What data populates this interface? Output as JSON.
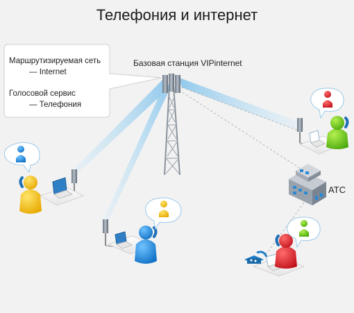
{
  "title": "Телефония и интернет",
  "station_label": "Базовая станция VIPinternet",
  "callout": {
    "line1": "Маршрутизируемая сеть",
    "line2": "— Internet",
    "line3": "Голосовой сервис",
    "line4": "— Телефония"
  },
  "exchange_label": "АТС",
  "colors": {
    "beam": "#9fd0ee",
    "dashed_link": "#b5b5b5",
    "person_yellow": "#f2c10f",
    "person_blue": "#1e8fe0",
    "person_green": "#6ccb16",
    "person_red": "#e0262e",
    "phone_blue": "#1e7fc8"
  }
}
